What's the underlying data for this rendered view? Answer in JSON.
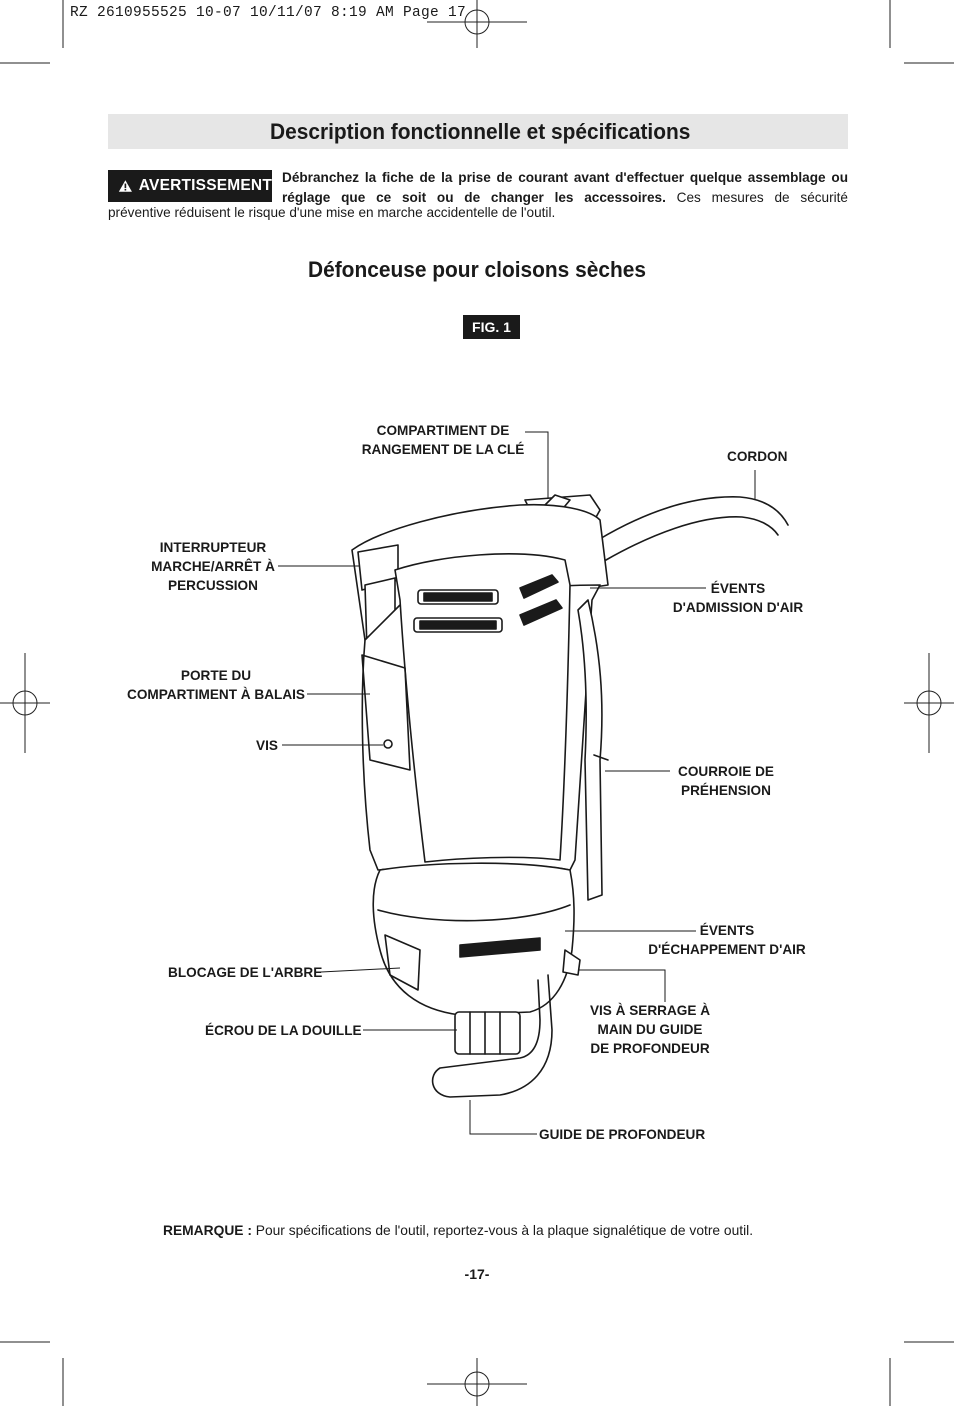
{
  "slug": "RZ 2610955525 10-07  10/11/07  8:19 AM  Page 17",
  "section_title": "Description fonctionnelle et spécifications",
  "warning": {
    "badge": "AVERTISSEMENT",
    "bold_text": "Débranchez la fiche de la prise de courant avant d'effectuer quelque assemblage ou réglage que ce soit ou de changer les accessoires.",
    "text_line1_tail": "Ces mesures de sécurité",
    "text_line2": "préventive réduisent le risque d'une mise en marche accidentelle de l'outil."
  },
  "subtitle": "Défonceuse pour cloisons sèches",
  "figure": {
    "badge": "FIG. 1",
    "labels": {
      "storage_l1": "COMPARTIMENT DE",
      "storage_l2": "RANGEMENT DE LA CLÉ",
      "cord": "CORDON",
      "switch_l1": "INTERRUPTEUR",
      "switch_l2": "MARCHE/ARRÊT À",
      "switch_l3": "PERCUSSION",
      "intake_l1": "ÉVENTS",
      "intake_l2": "D'ADMISSION D'AIR",
      "brush_l1": "PORTE DU",
      "brush_l2": "COMPARTIMENT À BALAIS",
      "screw": "VIS",
      "strap_l1": "COURROIE DE",
      "strap_l2": "PRÉHENSION",
      "exhaust_l1": "ÉVENTS",
      "exhaust_l2": "D'ÉCHAPPEMENT D'AIR",
      "shaft_lock": "BLOCAGE DE L'ARBRE",
      "collet_nut": "ÉCROU DE LA DOUILLE",
      "thumb_l1": "VIS À SERRAGE À",
      "thumb_l2": "MAIN DU GUIDE",
      "thumb_l3": "DE PROFONDEUR",
      "depth_guide": "GUIDE DE PROFONDEUR"
    }
  },
  "note": {
    "bold": "REMARQUE :",
    "text": " Pour spécifications de l'outil, reportez-vous à la plaque signalétique de votre outil."
  },
  "page_number": "-17-"
}
